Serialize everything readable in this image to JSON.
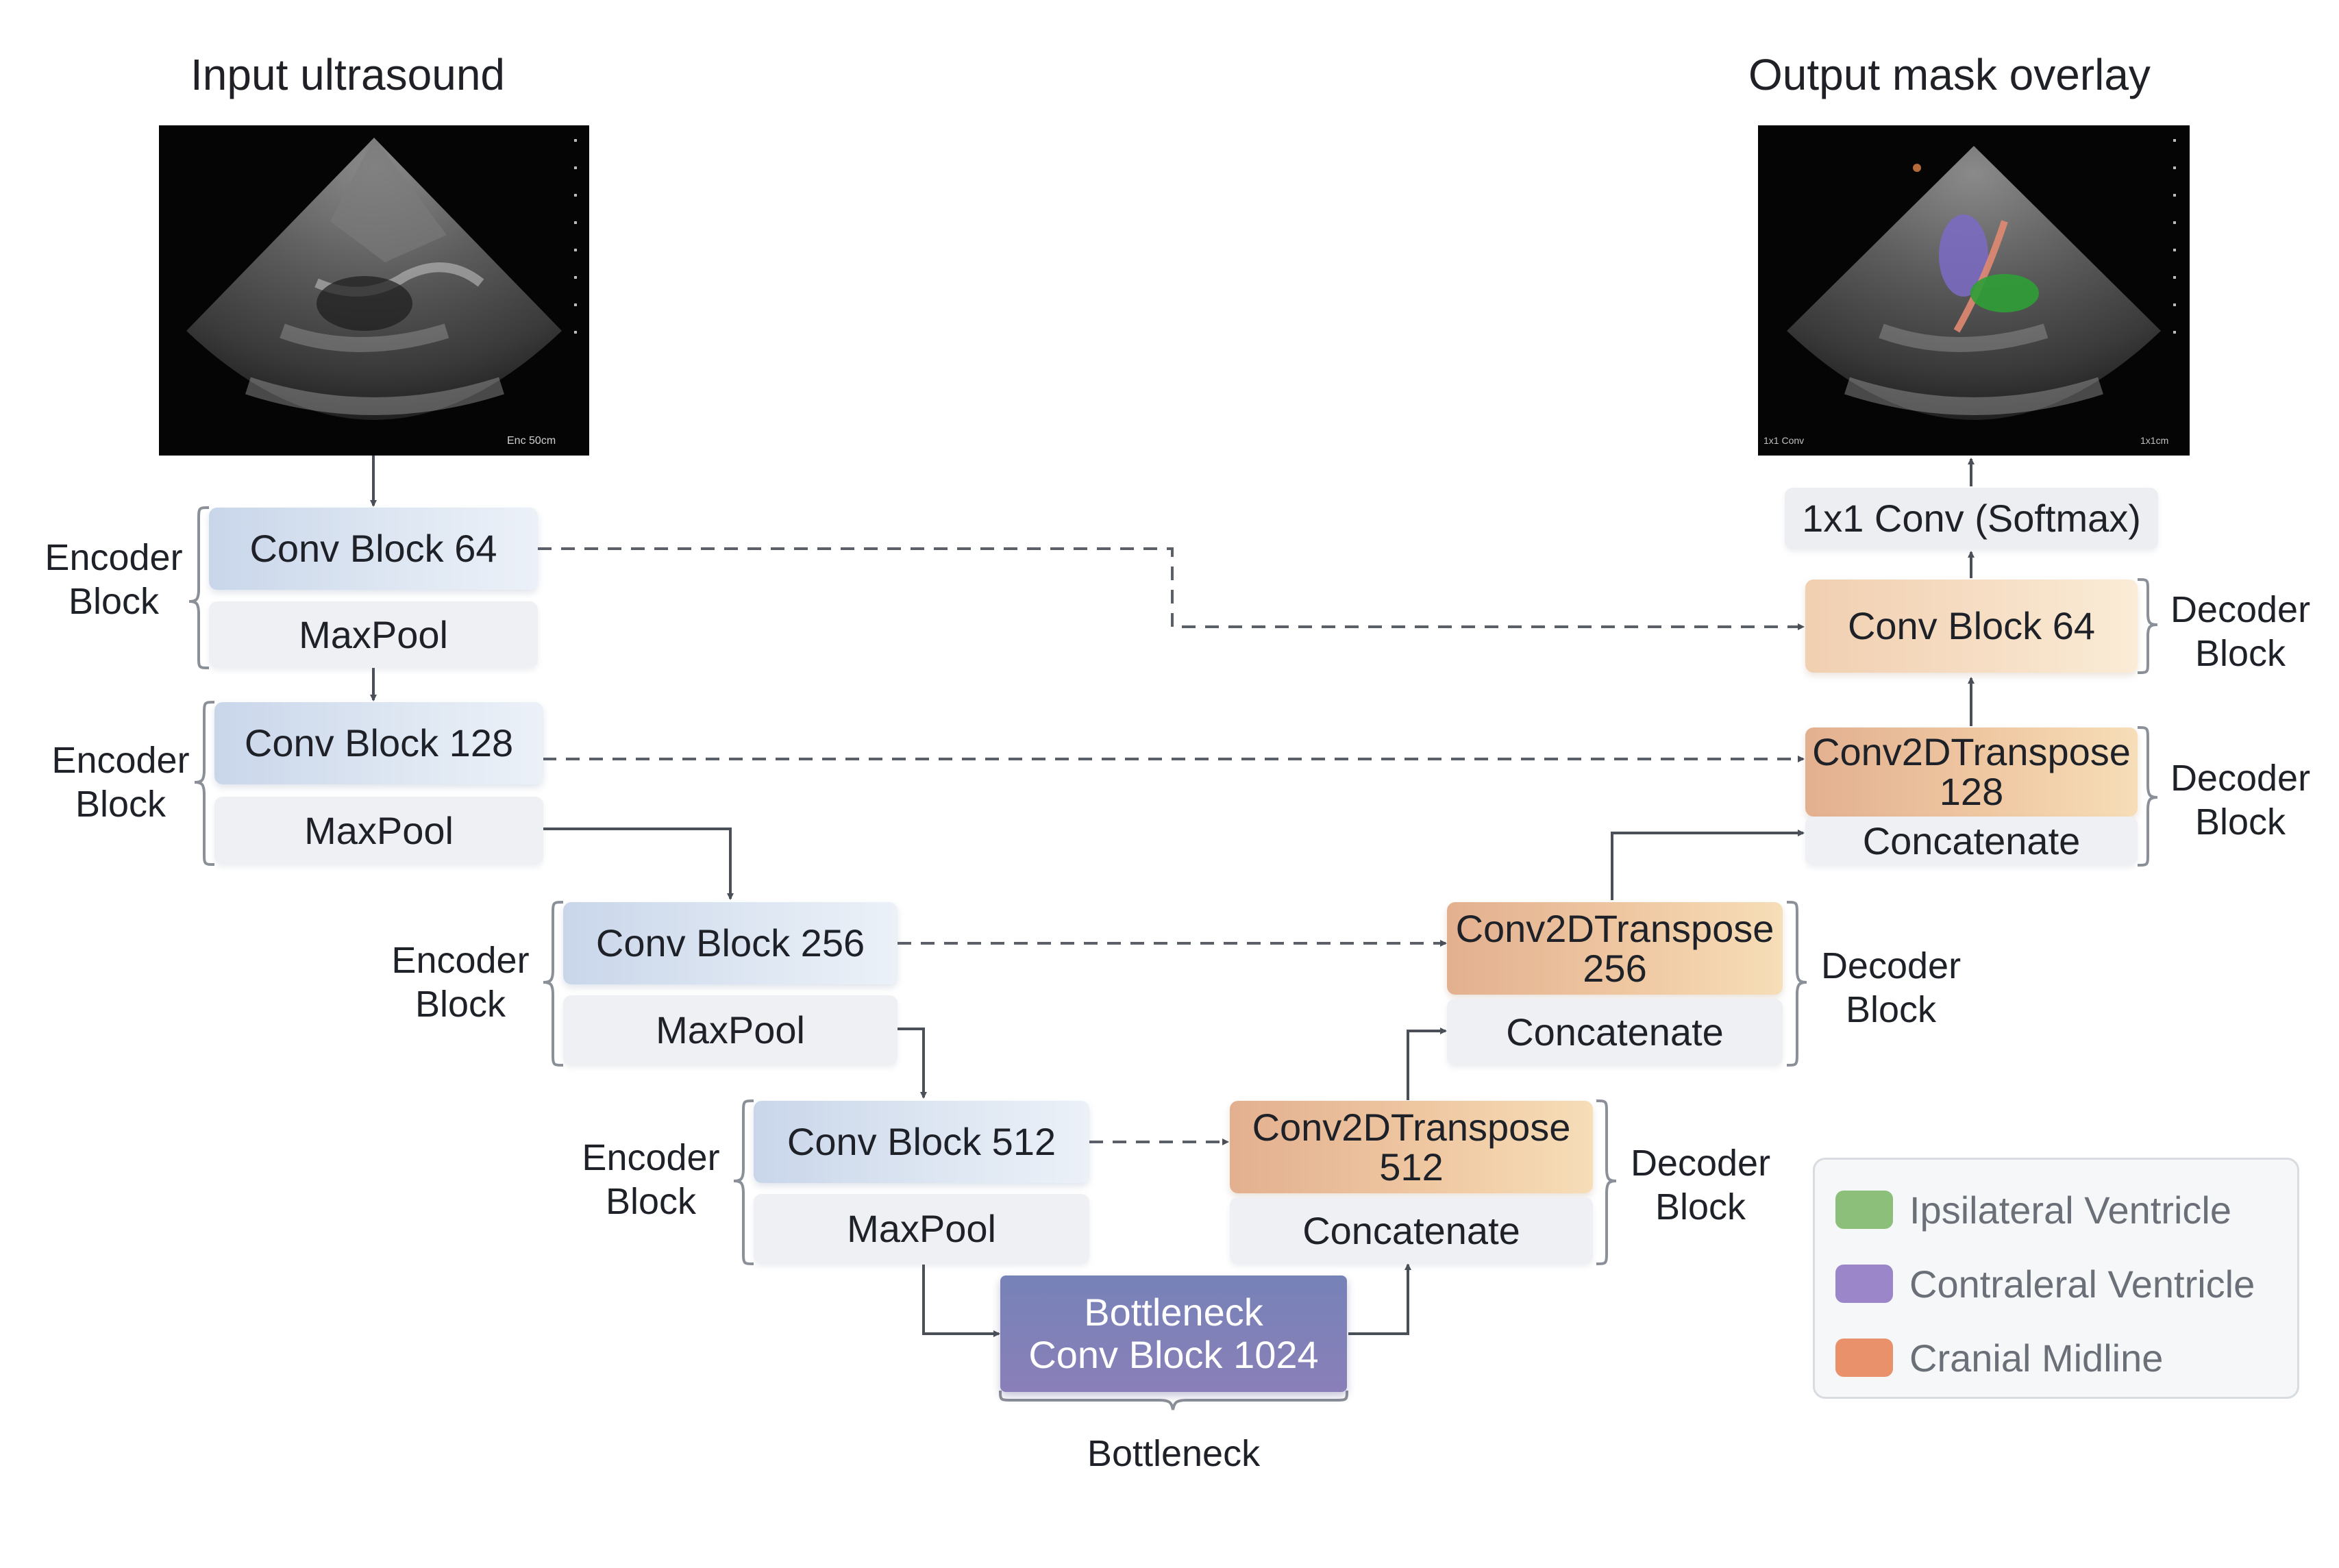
{
  "titles": {
    "input": "Input ultrasound",
    "output": "Output mask overlay"
  },
  "input_image": {
    "scale_label": "Enc 50cm"
  },
  "output_image": {
    "left_label": "1x1 Conv",
    "right_label": "1x1cm"
  },
  "encoder": [
    {
      "conv": "Conv Block 64",
      "pool": "MaxPool",
      "label_line1": "Encoder",
      "label_line2": "Block"
    },
    {
      "conv": "Conv Block 128",
      "pool": "MaxPool",
      "label_line1": "Encoder",
      "label_line2": "Block"
    },
    {
      "conv": "Conv Block 256",
      "pool": "MaxPool",
      "label_line1": "Encoder",
      "label_line2": "Block"
    },
    {
      "conv": "Conv Block 512",
      "pool": "MaxPool",
      "label_line1": "Encoder",
      "label_line2": "Block"
    }
  ],
  "bottleneck": {
    "line1": "Bottleneck",
    "line2": "Conv Block 1024",
    "caption": "Bottleneck"
  },
  "decoder": [
    {
      "tconv_line1": "Conv2DTranspose",
      "tconv_line2": "512",
      "concat": "Concatenate",
      "label_line1": "Decoder",
      "label_line2": "Block"
    },
    {
      "tconv_line1": "Conv2DTranspose",
      "tconv_line2": "256",
      "concat": "Concatenate",
      "label_line1": "Decoder",
      "label_line2": "Block"
    },
    {
      "tconv_line1": "Conv2DTranspose",
      "tconv_line2": "128",
      "concat": "Concatenate",
      "label_line1": "Decoder",
      "label_line2": "Block"
    },
    {
      "conv": "Conv Block 64",
      "label_line1": "Decoder",
      "label_line2": "Block"
    }
  ],
  "final_layer": "1x1 Conv (Softmax)",
  "legend": [
    {
      "label": "Ipsilateral Ventricle",
      "color": "#8cbf7a"
    },
    {
      "label": "Contraleral Ventricle",
      "color": "#9b86c9"
    },
    {
      "label": "Cranial Midline",
      "color": "#e8916a"
    }
  ],
  "colors": {
    "encoder_block": "#d4deee",
    "decoder_block": "#efc3a0",
    "bottleneck": "#7a82b8",
    "connector": "#4a4f58"
  }
}
